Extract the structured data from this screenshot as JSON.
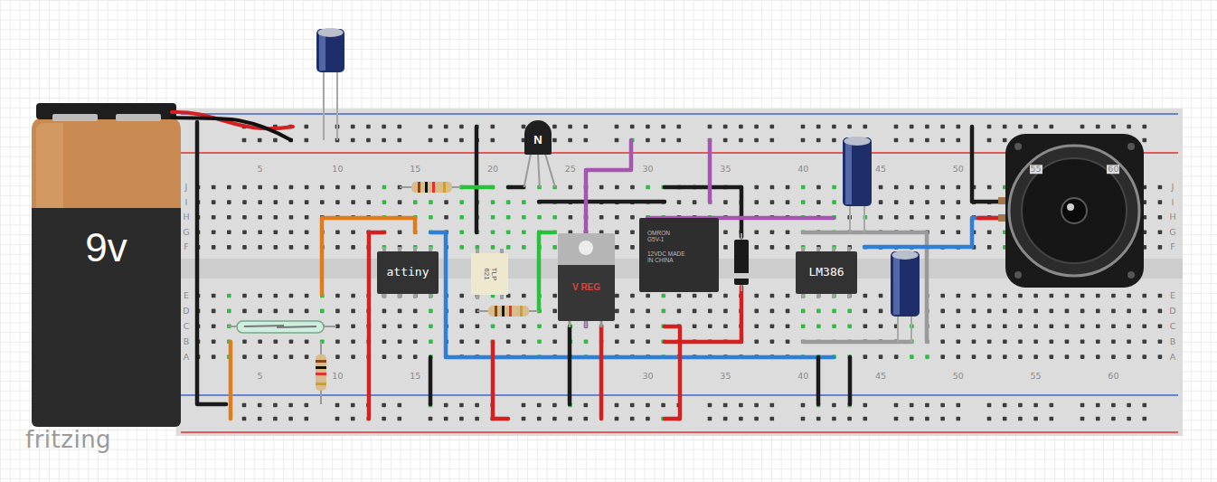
{
  "diagram": {
    "nodes": [
      {
        "text": [
          "9v"
        ]
      },
      {
        "text": [
          "attiny"
        ]
      },
      {
        "text": [
          "TLP 621"
        ]
      },
      {
        "text": [
          "N"
        ]
      },
      {
        "text": [
          "V REG"
        ]
      },
      {
        "text": [
          "OMRON G5V-1",
          "12VDC MADE IN CHINA"
        ]
      },
      {
        "text": [
          "LM386"
        ]
      }
    ],
    "labels": [
      "fritzing",
      "5",
      "10",
      "15",
      "20",
      "25",
      "30",
      "35",
      "40",
      "45",
      "50",
      "55",
      "60",
      "5",
      "10",
      "15",
      "30",
      "35",
      "40",
      "45",
      "50",
      "55",
      "60",
      "J",
      "I",
      "H",
      "G",
      "F",
      "E",
      "D",
      "C",
      "B",
      "A",
      "J",
      "I",
      "H",
      "G",
      "F",
      "E",
      "D",
      "C",
      "B",
      "A"
    ]
  }
}
